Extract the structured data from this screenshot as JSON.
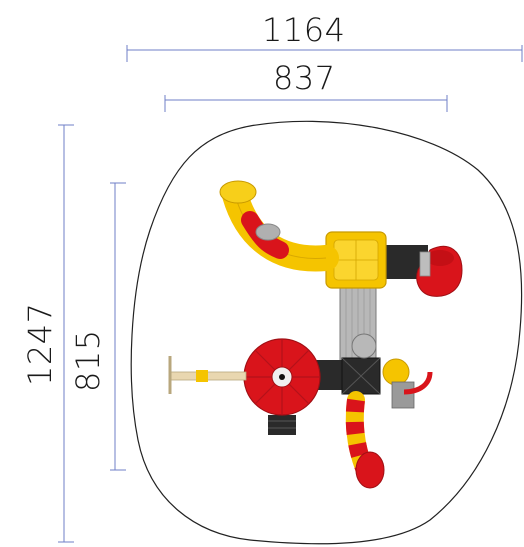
{
  "dimensions": {
    "outer_width": "1164",
    "inner_width": "837",
    "outer_height": "1247",
    "inner_height": "815"
  },
  "colors": {
    "dimension_line": "#6f7fc7",
    "outline": "#222222",
    "roof_yellow": "#f5c400",
    "slide_red": "#d9141b",
    "deck_black": "#2a2a2a",
    "mesh_grey": "#b8b8b8"
  }
}
